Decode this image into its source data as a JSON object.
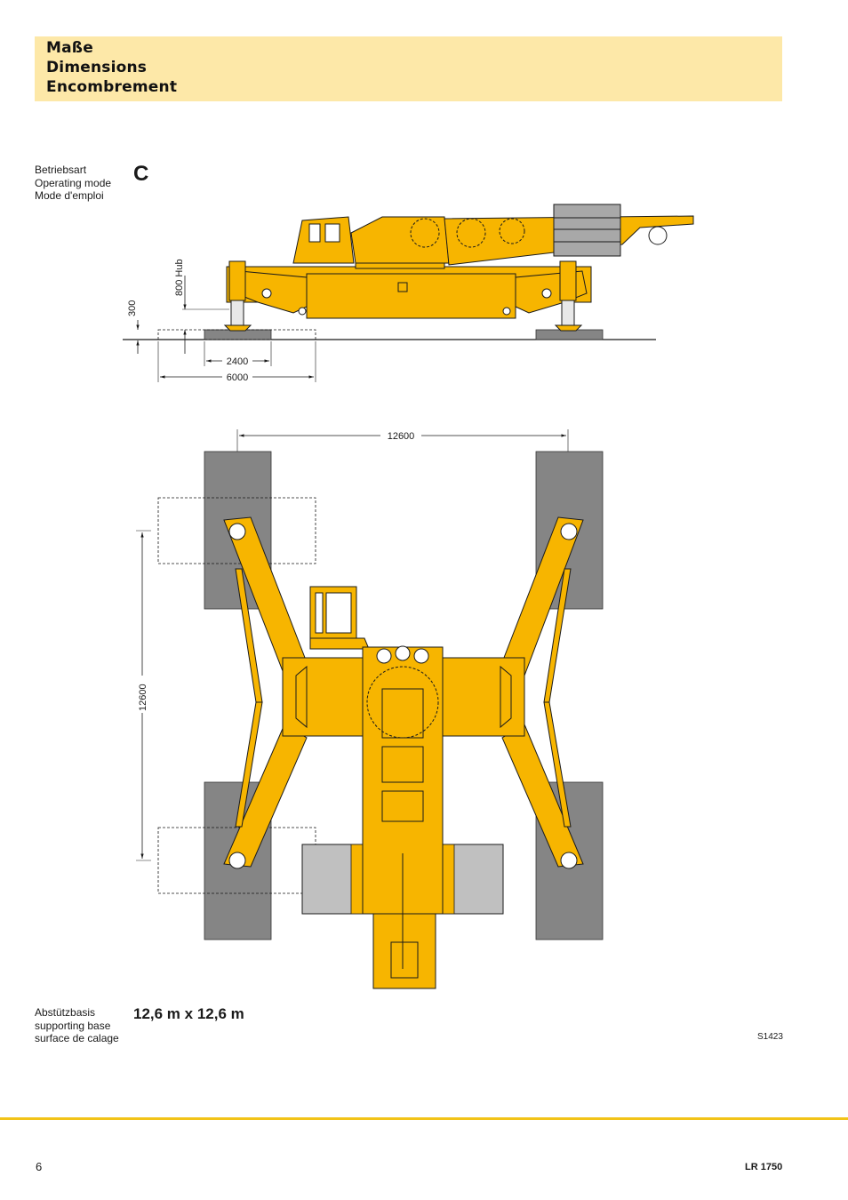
{
  "header": {
    "title_de": "Maße",
    "title_en": "Dimensions",
    "title_fr": "Encombrement"
  },
  "operating_mode": {
    "label_de": "Betriebsart",
    "label_en": "Operating mode",
    "label_fr": "Mode d'emploi",
    "value": "C"
  },
  "side_view": {
    "stroke_label": "800 Hub",
    "height_label": "300",
    "pad_width": "2400",
    "pad_reach": "6000"
  },
  "top_view": {
    "width_label": "12600",
    "depth_label": "12600"
  },
  "supporting_base": {
    "label_de": "Abstützbasis",
    "label_en": "supporting base",
    "label_fr": "surface de calage",
    "value": "12,6 m x 12,6 m"
  },
  "drawing_code": "S1423",
  "footer": {
    "page_number": "6",
    "model": "LR 1750"
  },
  "colors": {
    "crane_yellow": "#f7b500",
    "header_band": "#fde8a8",
    "pad_grey": "#858585",
    "footer_rule": "#f2c318"
  }
}
